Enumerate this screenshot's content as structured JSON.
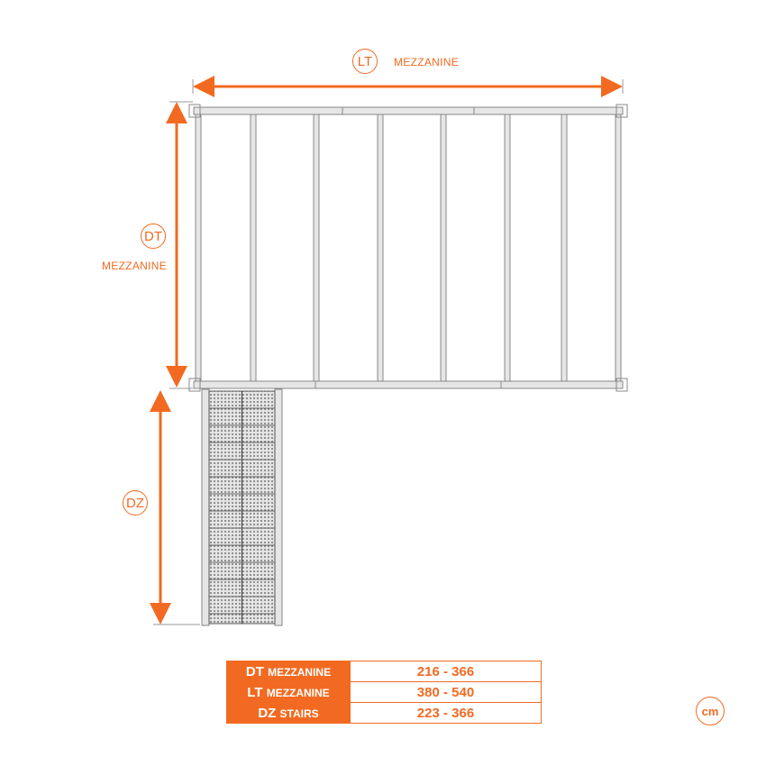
{
  "dimensions": {
    "lt": {
      "code": "LT",
      "label": "MEZZANINE"
    },
    "dt": {
      "code": "DT",
      "label": "MEZZANINE"
    },
    "dz": {
      "code": "DZ"
    }
  },
  "unit": "cm",
  "table": [
    {
      "code": "DT",
      "name": "MEZZANINE",
      "range": "216 - 366"
    },
    {
      "code": "LT",
      "name": "MEZZANINE",
      "range": "380 - 540"
    },
    {
      "code": "DZ",
      "name": "STAIRS",
      "range": "223 - 366"
    }
  ],
  "colors": {
    "accent": "#f26a21",
    "frame": "#9a9a9a"
  }
}
